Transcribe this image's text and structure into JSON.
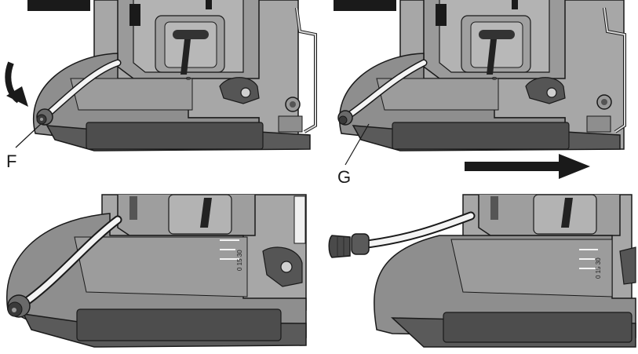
{
  "labels": {
    "f": "F",
    "g": "G",
    "mark_0_a": "0",
    "mark_0_b": "0",
    "scale_c": "0 15 30",
    "scale_d": "0 15 30"
  },
  "colors": {
    "body_gray": "#8e8e8e",
    "light_gray": "#b0b0b0",
    "dark_gray": "#4a4a4a",
    "outline": "#1a1a1a",
    "hose_white": "#f4f4f4",
    "arrow_black": "#1a1a1a"
  },
  "icons": {
    "rotate_arrow": "curved-arrow-icon",
    "push_arrow": "right-arrow-icon"
  }
}
